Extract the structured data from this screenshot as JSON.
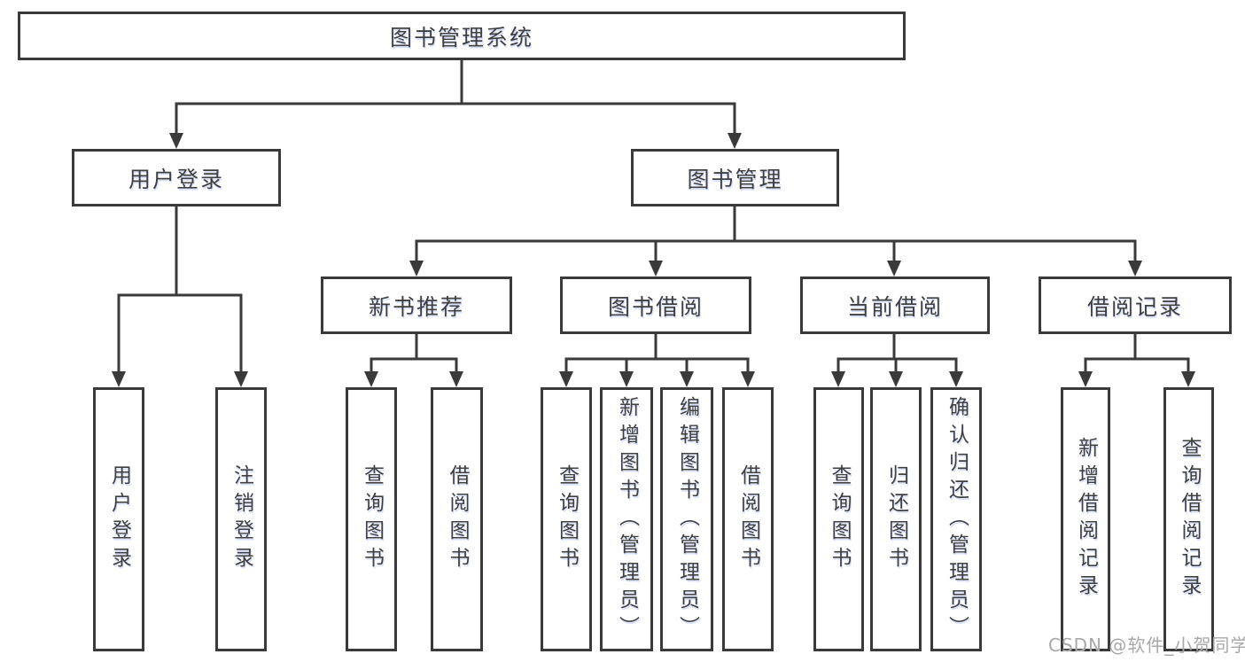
{
  "tree": {
    "root": {
      "label": "图书管理系统"
    },
    "branches": [
      {
        "label": "用户登录",
        "children": [
          {
            "label": "用户登录"
          },
          {
            "label": "注销登录"
          }
        ]
      },
      {
        "label": "图书管理",
        "children": [
          {
            "label": "新书推荐",
            "children": [
              {
                "label": "查询图书"
              },
              {
                "label": "借阅图书"
              }
            ]
          },
          {
            "label": "图书借阅",
            "children": [
              {
                "label": "查询图书"
              },
              {
                "label": "新增图书（管理员）"
              },
              {
                "label": "编辑图书（管理员）"
              },
              {
                "label": "借阅图书"
              }
            ]
          },
          {
            "label": "当前借阅",
            "children": [
              {
                "label": "查询图书"
              },
              {
                "label": "归还图书"
              },
              {
                "label": "确认归还（管理员）"
              }
            ]
          },
          {
            "label": "借阅记录",
            "children": [
              {
                "label": "新增借阅记录"
              },
              {
                "label": "查询借阅记录"
              }
            ]
          }
        ]
      }
    ]
  },
  "watermark": {
    "text": "CSDN @软件_小贺同学"
  },
  "colors": {
    "line": "#3a3a3a",
    "text": "#3f3f3f",
    "watermark": "#a8a8a8",
    "background": "#ffffff"
  }
}
